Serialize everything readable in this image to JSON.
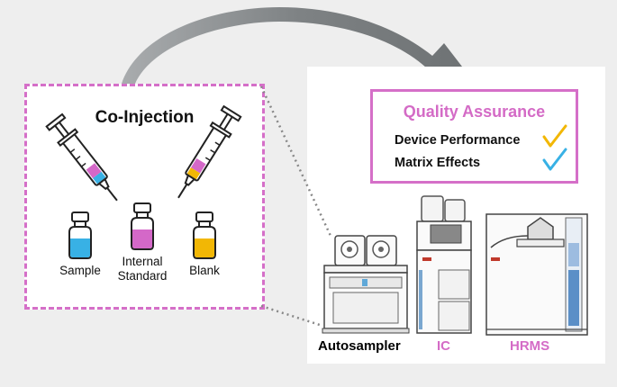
{
  "left_panel": {
    "title": "Co-Injection",
    "vials": [
      {
        "label_lines": [
          "Sample"
        ],
        "color": "#38b1e5"
      },
      {
        "label_lines": [
          "Internal",
          "Standard"
        ],
        "color": "#d468c8"
      },
      {
        "label_lines": [
          "Blank"
        ],
        "color": "#f2b705"
      }
    ]
  },
  "quality_assurance": {
    "title": "Quality Assurance",
    "items": [
      {
        "label": "Device Performance",
        "check_color": "#f2b705"
      },
      {
        "label": "Matrix Effects",
        "check_color": "#38b1e5"
      }
    ]
  },
  "instruments": [
    {
      "label": "Autosampler",
      "color": "#111111"
    },
    {
      "label": "IC",
      "color": "#d46bc6"
    },
    {
      "label": "HRMS",
      "color": "#d46bc6"
    }
  ],
  "colors": {
    "accent": "#d56fc8",
    "arrow": "#7e8284",
    "connector": "#888888"
  }
}
